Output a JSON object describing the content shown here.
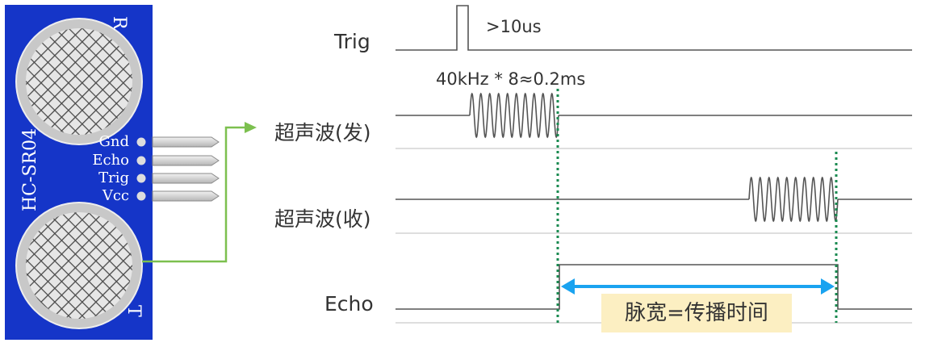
{
  "sensor": {
    "model": "HC-SR04",
    "top_mark": "R",
    "bottom_mark": "T",
    "pins": [
      "Gnd",
      "Echo",
      "Trig",
      "Vcc"
    ]
  },
  "signals": {
    "trig": "Trig",
    "ultrasonic_tx": "超声波(发)",
    "ultrasonic_rx": "超声波(收)",
    "echo": "Echo"
  },
  "annotations": {
    "trig_pulse": ">10us",
    "burst": "40kHz * 8≈0.2ms",
    "pulse_width": "脉宽=传播时间"
  },
  "colors": {
    "board": "#1535c8",
    "wire": "#7cc04f",
    "signal_line": "#555555",
    "marker": "#1a8a50",
    "arrow": "#1aa3f0",
    "highlight": "#fcefc2"
  }
}
